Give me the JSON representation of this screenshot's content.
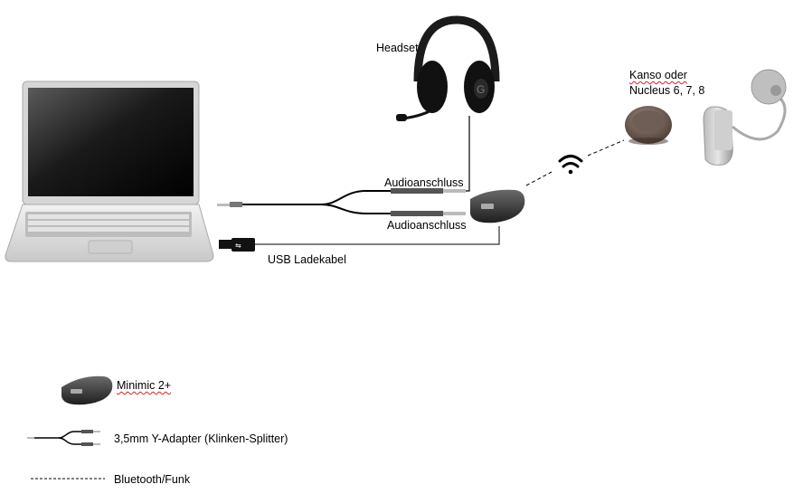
{
  "labels": {
    "headset": "Headset",
    "audio_port_top": "Audioanschluss",
    "audio_port_bottom": "Audioanschluss",
    "usb_cable": "USB Ladekabel",
    "processor_line1": "Kanso oder",
    "processor_line2": "Nucleus 6, 7, 8"
  },
  "legend": {
    "minimic": "Minimic 2+",
    "y_adapter": "3,5mm Y-Adapter (Klinken-Splitter)",
    "bluetooth": "Bluetooth/Funk"
  },
  "colors": {
    "cable": "#000000",
    "laptop_frame": "#d8d8d8",
    "device": "#3a3a3a",
    "processor": "#7a6a60"
  },
  "icons": [
    "laptop-icon",
    "headset-icon",
    "minimic-icon",
    "kanso-icon",
    "nucleus-icon",
    "wifi-icon",
    "usb-plug-icon",
    "y-adapter-icon"
  ]
}
